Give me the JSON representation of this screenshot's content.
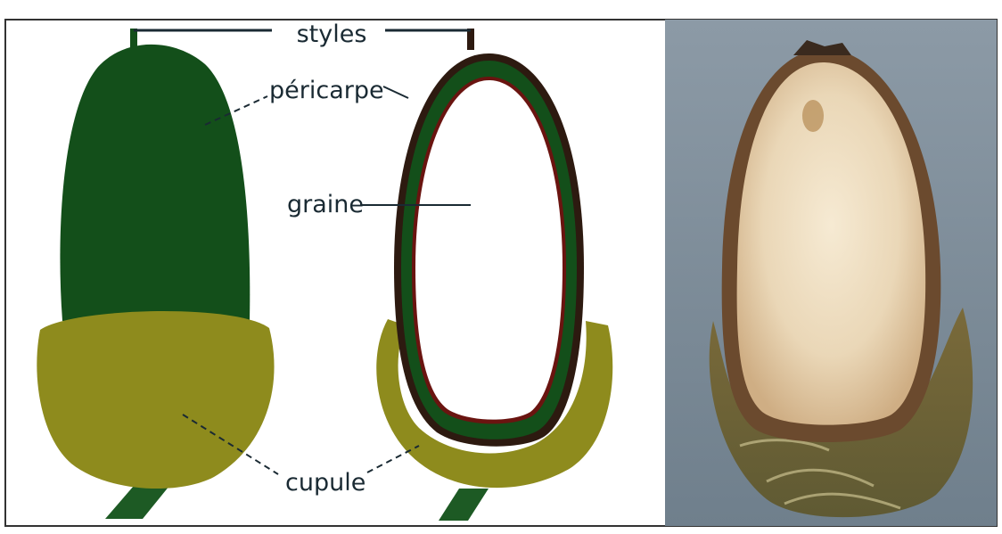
{
  "labels": {
    "styles": "styles",
    "pericarpe": "péricarpe",
    "graine": "graine",
    "cupule": "cupule"
  },
  "colors": {
    "pericarp_green": "#134f1a",
    "cupule_olive": "#8e8b1d",
    "stalk_green": "#1d5a24",
    "seed_inner": "#ffffff",
    "seed_outline_red": "#6a1410",
    "leader_line": "#1a2a33",
    "photo_background": "#7f8f9c",
    "photo_seed": "#ead7b7"
  }
}
